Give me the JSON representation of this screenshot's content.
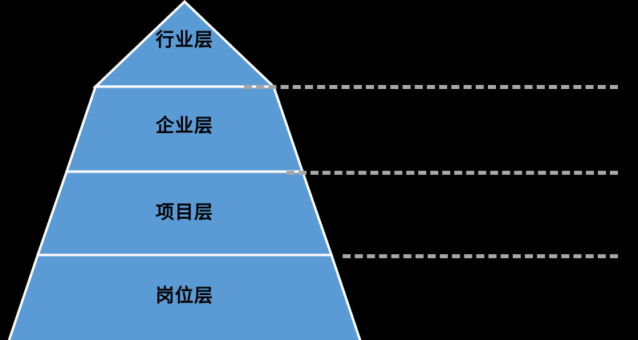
{
  "diagram": {
    "title": "",
    "type": "pyramid",
    "background_color": "#000000",
    "shape_color": "#5B9BD5",
    "shape_outline_color": "#FFFFFF",
    "connector_color": "#A6A6A6",
    "label_color": "#000000",
    "layers": [
      {
        "id": "industry",
        "label": "行业层",
        "order": 1
      },
      {
        "id": "enterprise",
        "label": "企业层",
        "order": 2
      },
      {
        "id": "project",
        "label": "项目层",
        "order": 3
      },
      {
        "id": "position",
        "label": "岗位层",
        "order": 4
      }
    ],
    "connectors": [
      {
        "id": "connector-industry",
        "style": "dashed"
      },
      {
        "id": "connector-enterprise",
        "style": "dashed"
      },
      {
        "id": "connector-project",
        "style": "dashed"
      }
    ]
  }
}
